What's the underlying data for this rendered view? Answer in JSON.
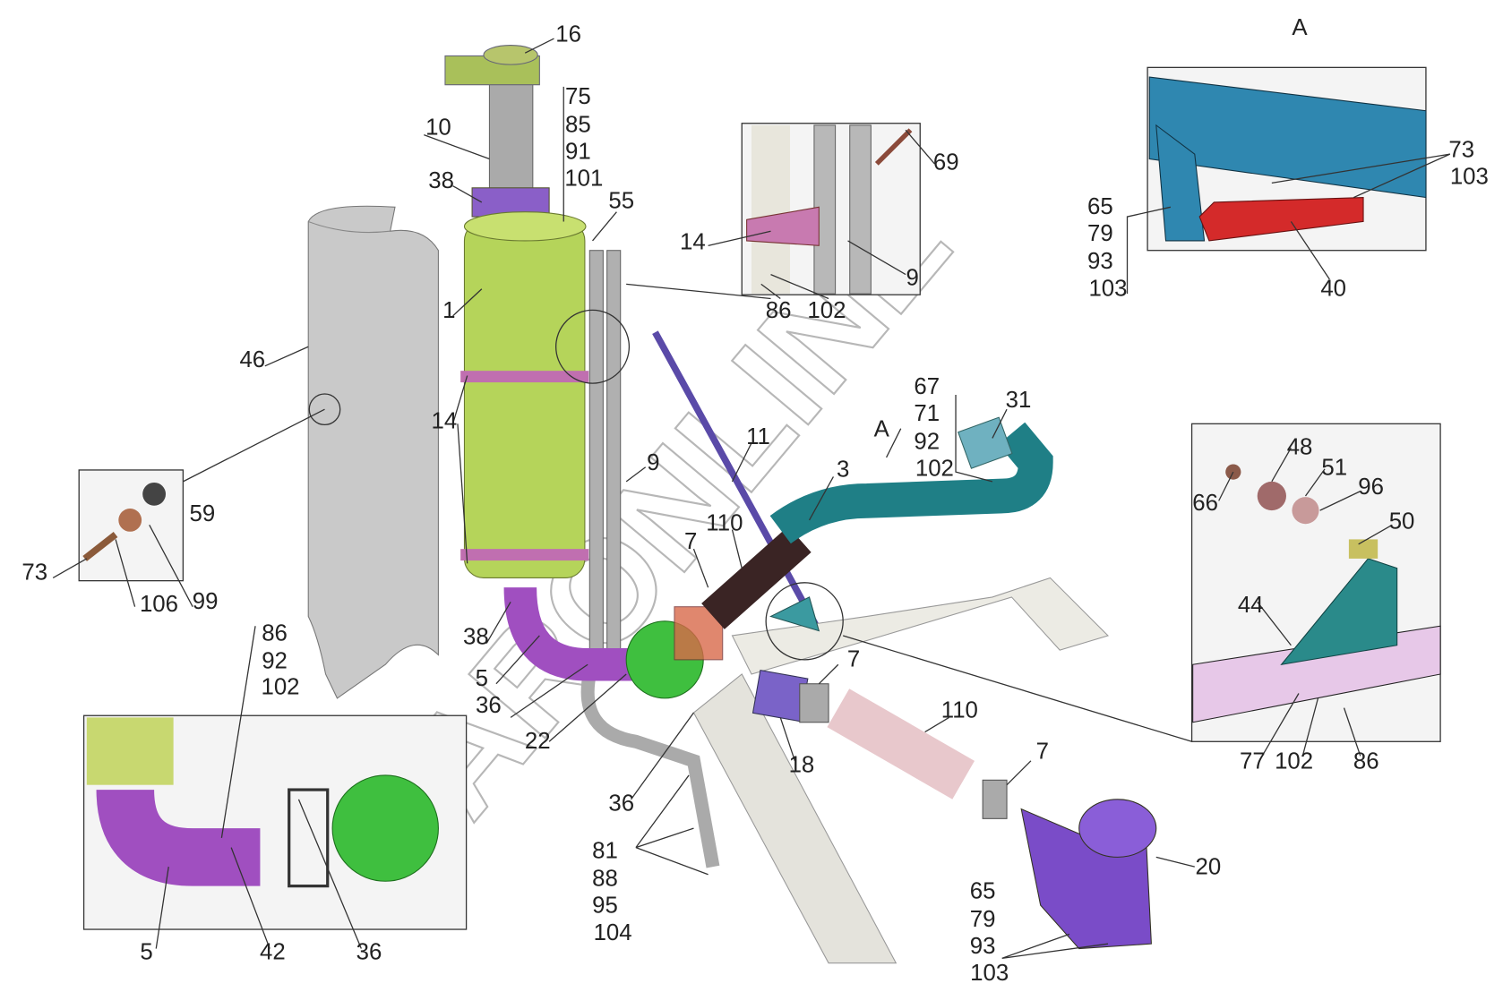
{
  "diagram": {
    "title": "Exhaust system assembly (exploded view)",
    "watermark": "CARONLINE",
    "colors": {
      "muffler": "#b5d45a",
      "clamp": "#8a5fc8",
      "inlet_pipe": "#a04fc0",
      "turbo_cover": "#3fbf3f",
      "flex_pipe": "#1f7f86",
      "shield": "#c8c8c8",
      "frame": "#ecebe4",
      "bracket_red": "#d42a2a"
    },
    "labels": [
      "16",
      "75",
      "85",
      "91",
      "101",
      "10",
      "38",
      "55",
      "1",
      "46",
      "14",
      "11",
      "9",
      "59",
      "73",
      "106",
      "99",
      "86",
      "92",
      "102",
      "38",
      "5",
      "36",
      "22",
      "7",
      "110",
      "3",
      "A",
      "67",
      "71",
      "92",
      "102",
      "31",
      "7",
      "110",
      "18",
      "7",
      "36",
      "81",
      "88",
      "95",
      "104",
      "65",
      "79",
      "93",
      "103",
      "20",
      "5",
      "42",
      "36",
      "14",
      "69",
      "9",
      "86",
      "102",
      "A",
      "73",
      "103",
      "65",
      "79",
      "93",
      "103",
      "40",
      "48",
      "51",
      "96",
      "50",
      "66",
      "44",
      "77",
      "102",
      "86"
    ]
  }
}
